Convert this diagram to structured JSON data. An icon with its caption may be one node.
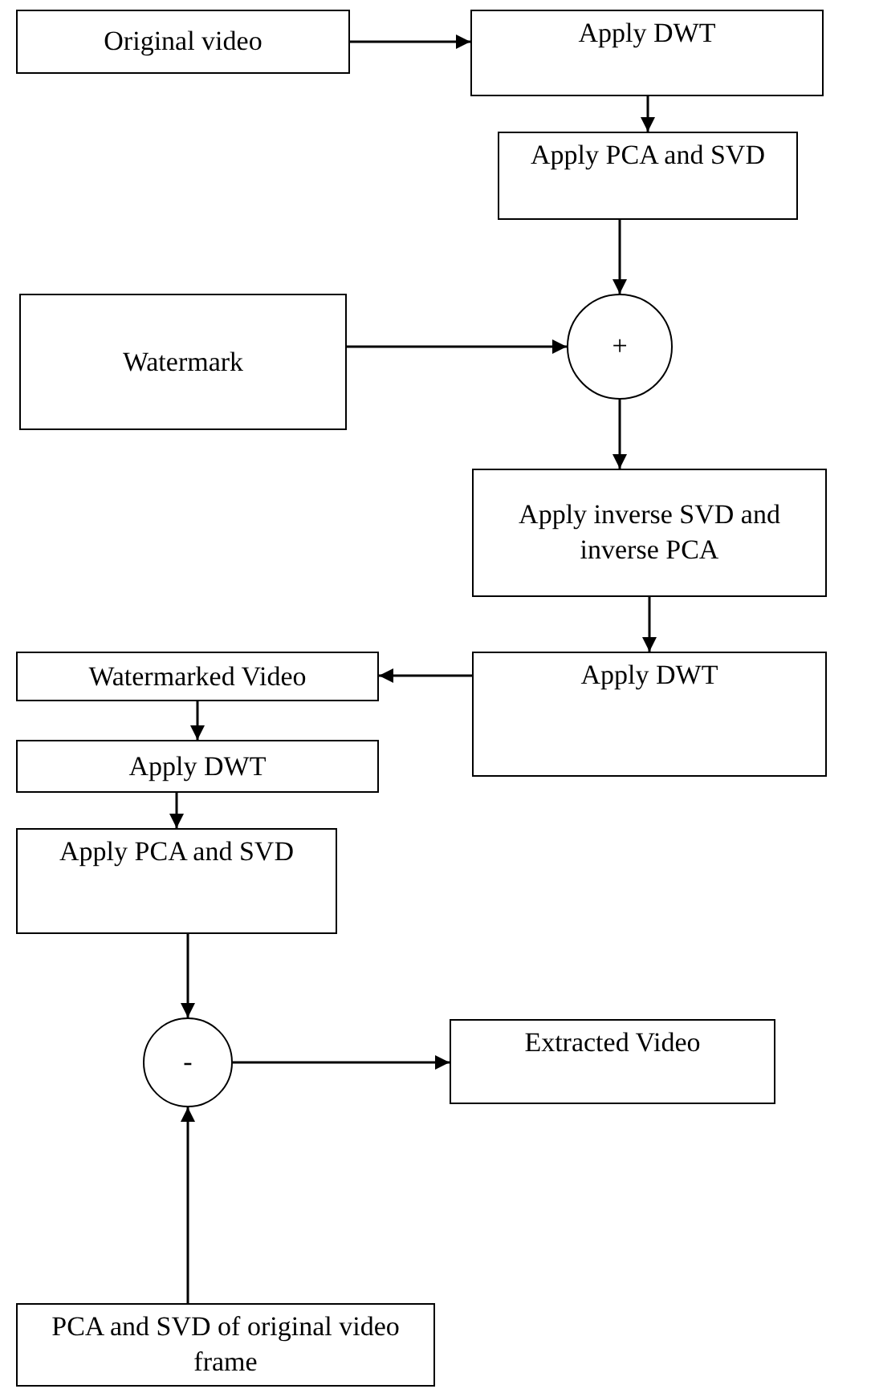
{
  "diagram": {
    "nodes": [
      {
        "text": [
          "Original video"
        ]
      },
      {
        "text": [
          "Apply DWT"
        ]
      },
      {
        "text": [
          "Apply PCA and SVD"
        ]
      },
      {
        "text": [
          "Watermark"
        ]
      },
      {
        "text": [
          "+"
        ]
      },
      {
        "text": [
          "Apply inverse SVD and inverse PCA"
        ]
      },
      {
        "text": [
          "Apply DWT"
        ]
      },
      {
        "text": [
          "Watermarked Video"
        ]
      },
      {
        "text": [
          "Apply DWT"
        ]
      },
      {
        "text": [
          "Apply PCA and SVD"
        ]
      },
      {
        "text": [
          "-"
        ]
      },
      {
        "text": [
          "Extracted Video"
        ]
      },
      {
        "text": [
          "PCA and SVD of original video frame"
        ]
      }
    ],
    "edges": [
      {
        "from": 0,
        "to": 1,
        "arrow": "to"
      },
      {
        "from": 1,
        "to": 2,
        "arrow": "to"
      },
      {
        "from": 2,
        "to": 4,
        "arrow": "to"
      },
      {
        "from": 3,
        "to": 4,
        "arrow": "to"
      },
      {
        "from": 4,
        "to": 5,
        "arrow": "to"
      },
      {
        "from": 5,
        "to": 6,
        "arrow": "to"
      },
      {
        "from": 6,
        "to": 7,
        "arrow": "to"
      },
      {
        "from": 7,
        "to": 8,
        "arrow": "to"
      },
      {
        "from": 8,
        "to": 9,
        "arrow": "to"
      },
      {
        "from": 9,
        "to": 10,
        "arrow": "to"
      },
      {
        "from": 10,
        "to": 11,
        "arrow": "to"
      },
      {
        "from": 12,
        "to": 10,
        "arrow": "to"
      }
    ]
  }
}
